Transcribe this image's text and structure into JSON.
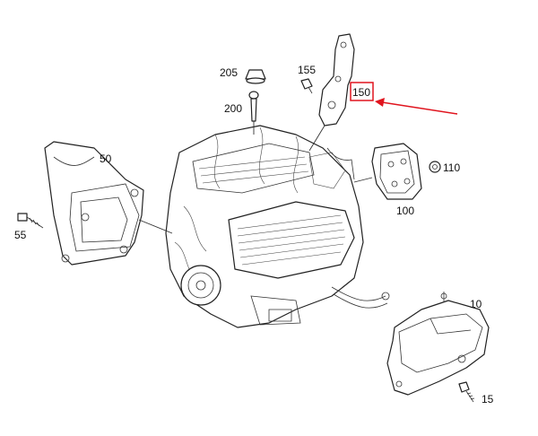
{
  "diagram": {
    "callouts": [
      {
        "id": "c205",
        "text": "205"
      },
      {
        "id": "c155",
        "text": "155"
      },
      {
        "id": "c150",
        "text": "150",
        "highlighted": true
      },
      {
        "id": "c200",
        "text": "200"
      },
      {
        "id": "c50",
        "text": "50"
      },
      {
        "id": "c110",
        "text": "110"
      },
      {
        "id": "c100",
        "text": "100"
      },
      {
        "id": "c55",
        "text": "55"
      },
      {
        "id": "c10",
        "text": "10"
      },
      {
        "id": "c15",
        "text": "15"
      }
    ],
    "colors": {
      "highlight": "#e0141e",
      "line": "#222222",
      "background": "#ffffff"
    }
  }
}
